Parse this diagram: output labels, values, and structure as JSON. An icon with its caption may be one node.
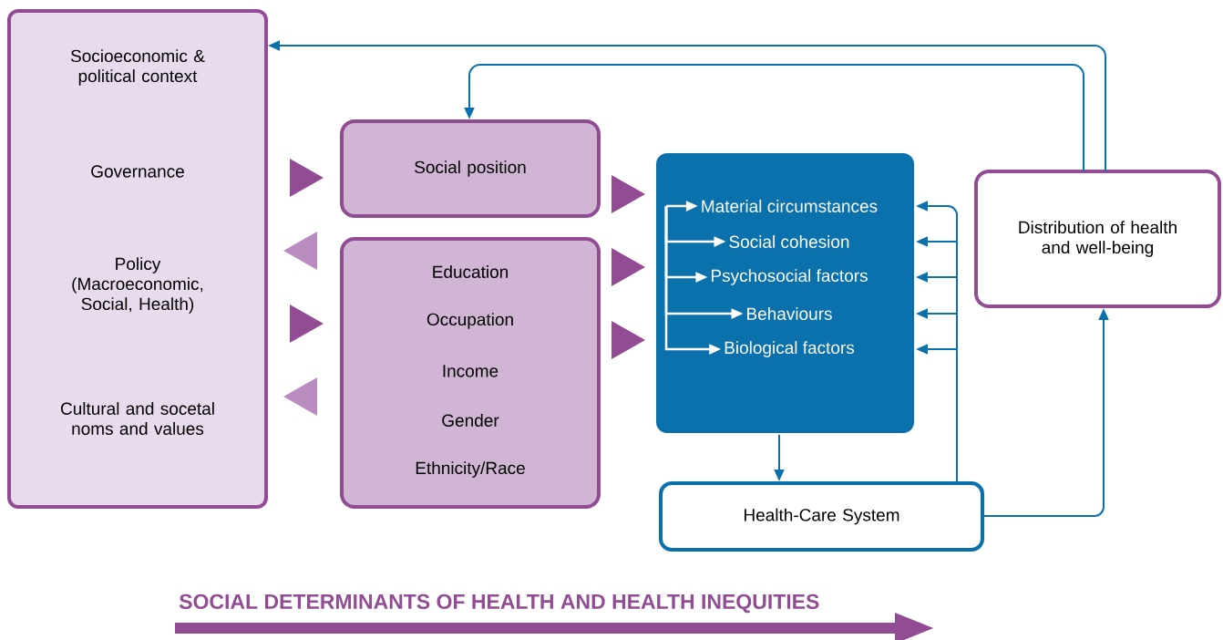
{
  "diagram": {
    "title": "SOCIAL DETERMINANTS OF HEALTH AND HEALTH INEQUITIES",
    "nodes": [
      {
        "text": [
          "Socioeconomic & political context",
          "Governance",
          "Policy (Macroeconomic, Social, Health)",
          "Cultural and socetal noms and values"
        ]
      },
      {
        "text": [
          "Social position"
        ]
      },
      {
        "text": [
          "Education",
          "Occupation",
          "Income",
          "Gender",
          "Ethnicity/Race"
        ]
      },
      {
        "text": [],
        "shape": "box"
      },
      {
        "text": [
          "Material circumstances"
        ],
        "in": 3
      },
      {
        "text": [
          "Social cohesion"
        ],
        "in": 3
      },
      {
        "text": [
          "Psychosocial factors"
        ],
        "in": 3
      },
      {
        "text": [
          "Behaviours"
        ],
        "in": 3
      },
      {
        "text": [
          "Biological factors"
        ],
        "in": 3
      },
      {
        "text": [
          "Distribution of health and well-being"
        ]
      },
      {
        "text": [
          "Health-Care System"
        ]
      }
    ],
    "edges": [
      {
        "from": 0,
        "to": 1,
        "arrow": "to",
        "color": "#924c93"
      },
      {
        "from": 2,
        "to": 0,
        "arrow": "to",
        "color": "#b98cbf"
      },
      {
        "from": 0,
        "to": 2,
        "arrow": "to",
        "color": "#924c93"
      },
      {
        "from": 2,
        "to": 0,
        "arrow": "to",
        "color": "#b98cbf"
      },
      {
        "from": 1,
        "to": 3,
        "arrow": "to",
        "color": "#924c93"
      },
      {
        "from": 2,
        "to": 3,
        "arrow": "to",
        "color": "#924c93"
      },
      {
        "from": 2,
        "to": 3,
        "arrow": "to",
        "color": "#924c93"
      },
      {
        "from": null,
        "to": 4,
        "arrow": "to",
        "color": "#ffffff"
      },
      {
        "from": null,
        "to": 5,
        "arrow": "to",
        "color": "#ffffff"
      },
      {
        "from": null,
        "to": 6,
        "arrow": "to",
        "color": "#ffffff"
      },
      {
        "from": null,
        "to": 7,
        "arrow": "to",
        "color": "#ffffff"
      },
      {
        "from": null,
        "to": 8,
        "arrow": "to",
        "color": "#ffffff"
      },
      {
        "from": 10,
        "to": 3,
        "arrow": "to"
      },
      {
        "from": 10,
        "to": 3,
        "arrow": "to"
      },
      {
        "from": 10,
        "to": 3,
        "arrow": "to"
      },
      {
        "from": 10,
        "to": 3,
        "arrow": "to"
      },
      {
        "from": 10,
        "to": 3,
        "arrow": "to"
      },
      {
        "from": 3,
        "to": 10,
        "arrow": "to"
      },
      {
        "from": 10,
        "to": 9,
        "arrow": "to"
      },
      {
        "from": 9,
        "to": 0,
        "arrow": "to"
      },
      {
        "from": 9,
        "to": 1,
        "arrow": "to"
      }
    ]
  }
}
